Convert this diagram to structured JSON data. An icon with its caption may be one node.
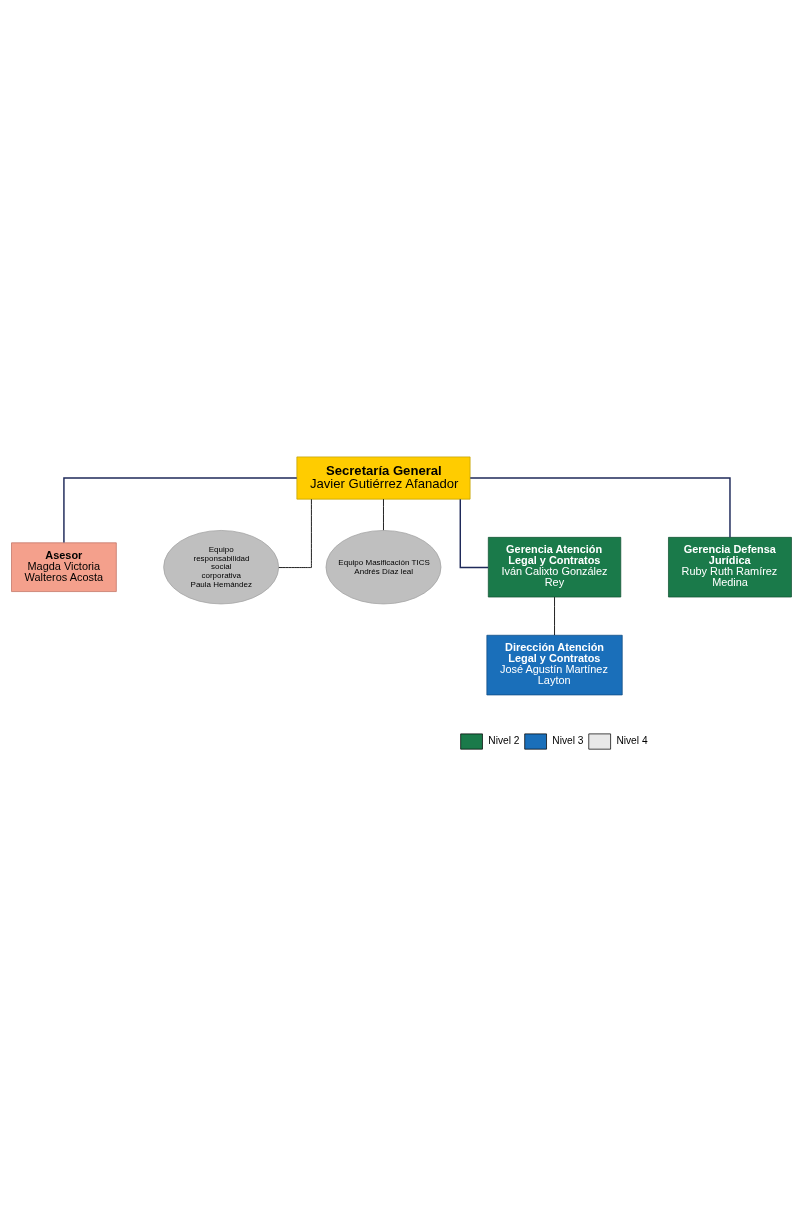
{
  "diagram": {
    "nodes": [
      {
        "text": [
          "Secretaría General",
          "Javier Gutiérrez Afanador"
        ]
      },
      {
        "text": [
          "Asesor",
          "Magda Victoria Walteros Acosta"
        ]
      },
      {
        "text": [
          "Equipo responsabilidad social corporativa",
          "Paula Hemández"
        ]
      },
      {
        "text": [
          "Equipo Masificación TICS",
          "Andrés Díaz leal"
        ]
      },
      {
        "text": [
          "Gerencia Atención Legal y Contratos",
          "Iván Calixto González Rey"
        ]
      },
      {
        "text": [
          "Gerencia Defensa Jurídica",
          "Ruby Ruth Ramírez Medina"
        ]
      },
      {
        "text": [
          "Dirección Atención Legal y Contratos",
          "José Agustín Martínez Layton"
        ]
      }
    ],
    "edges": [
      {
        "from": 0,
        "to": 1,
        "arrow": "none"
      },
      {
        "from": 0,
        "to": 2,
        "arrow": "none",
        "color": "#000000"
      },
      {
        "from": 0,
        "to": 3,
        "arrow": "none",
        "color": "#000000"
      },
      {
        "from": 0,
        "to": 4,
        "arrow": "none"
      },
      {
        "from": 0,
        "to": 5,
        "arrow": "none"
      },
      {
        "from": 4,
        "to": 6,
        "arrow": "none",
        "color": "#000000"
      }
    ],
    "legend": [
      {
        "text": "Nivel 2",
        "color": "#1a7a4a"
      },
      {
        "text": "Nivel 3",
        "color": "#1a6fba"
      },
      {
        "text": "Nivel 4",
        "color": "#e8e8e8"
      }
    ]
  }
}
